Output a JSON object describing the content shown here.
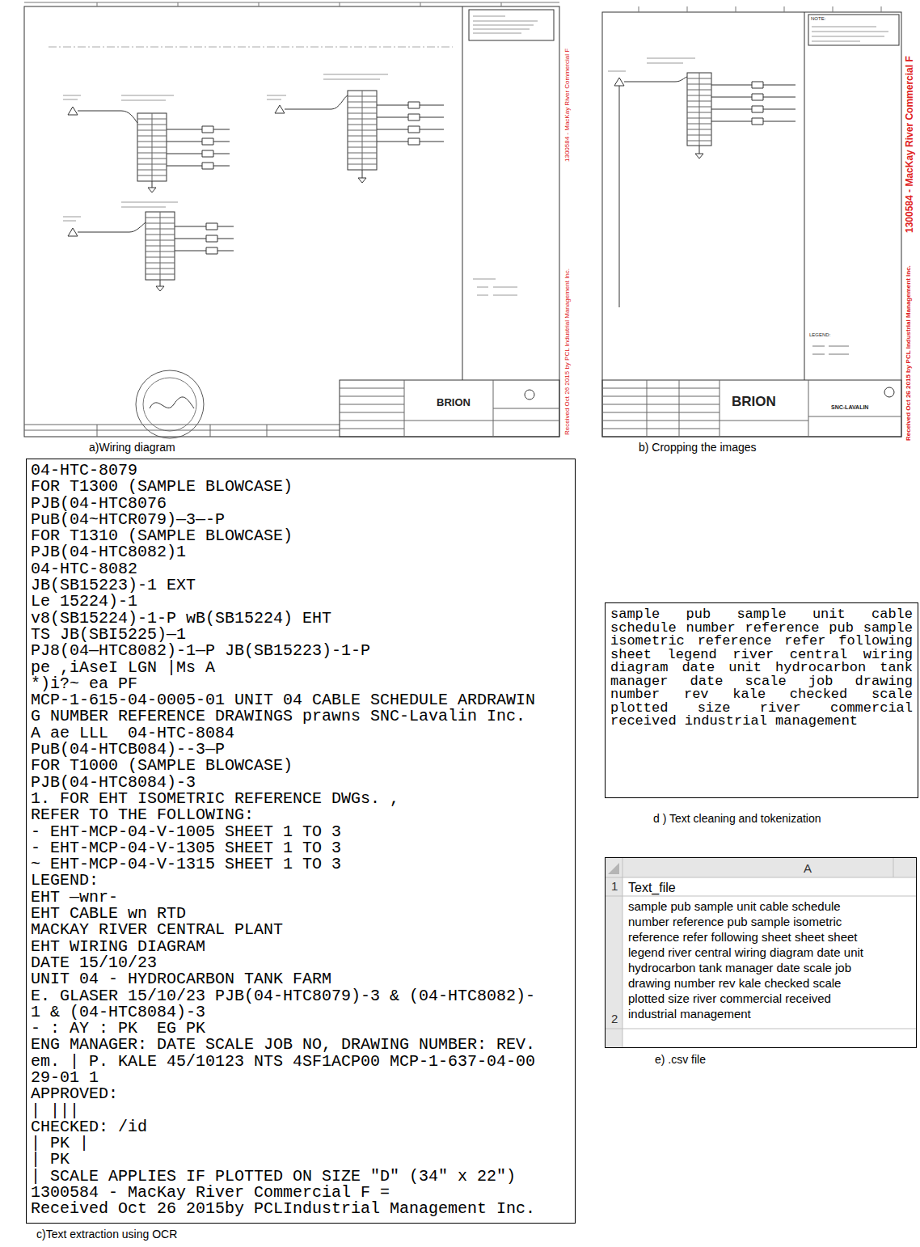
{
  "diagram": {
    "nodes": [
      {
        "text": [
          "04-HTC-8079",
          "FOR T1300 (SAMPLE BLOWCASE)",
          "PJB(04-HTC8076",
          "PuB(04~HTCR079)—3—-P",
          "FOR T1310 (SAMPLE BLOWCASE)",
          "PJB(04-HTC8082)1",
          "04-HTC-8082",
          "JB(SB15223)-1 EXT",
          "Le 15224)-1",
          "v8(SB15224)-1-P wB(SB15224) EHT",
          "TS JB(SBI5225)—1",
          "PJ8(04—HTC8082)-1—P JB(SB15223)-1-P",
          "pe ,iAseI LGN |Ms A",
          "*)i?~ ea PF",
          "MCP-1-615-04-0005-01 UNIT 04 CABLE SCHEDULE ARDRAWIN",
          "G NUMBER REFERENCE DRAWINGS prawns SNC-Lavalin Inc.",
          "A ae LLL  04-HTC-8084",
          "PuB(04-HTCB084)--3—P",
          "FOR T1000 (SAMPLE BLOWCASE)",
          "PJB(04-HTC8084)-3",
          "1. FOR EHT ISOMETRIC REFERENCE DWGs. ,",
          "REFER TO THE FOLLOWING:",
          "- EHT-MCP-04-V-1005 SHEET 1 TO 3",
          "- EHT-MCP-04-V-1305 SHEET 1 TO 3",
          "~ EHT-MCP-04-V-1315 SHEET 1 TO 3",
          "LEGEND:",
          "EHT —wnr-",
          "EHT CABLE wn RTD",
          "MACKAY RIVER CENTRAL PLANT",
          "EHT WIRING DIAGRAM",
          "DATE 15/10/23",
          "UNIT 04 - HYDROCARBON TANK FARM",
          "E. GLASER 15/10/23 PJB(04-HTC8079)-3 & (04-HTC8082)-",
          "1 & (04-HTC8084)-3",
          "- : AY : PK  EG PK",
          "ENG MANAGER: DATE SCALE JOB NO, DRAWING NUMBER: REV.",
          "em. | P. KALE 45/10123 NTS 4SF1ACP00 MCP-1-637-04-00",
          "29-01 1",
          "APPROVED:",
          "| |||",
          "CHECKED: /id",
          "| PK |",
          "| PK",
          "| SCALE APPLIES IF PLOTTED ON SIZE \"D\" (34\" x 22\")",
          "1300584 - MacKay River Commercial F =",
          "Received Oct 26 2015by PCLIndustrial Management Inc."
        ]
      },
      {
        "text": [
          "sample pub sample unit cable schedule number reference pub sample isometric reference refer following sheet legend river central wiring diagram date unit hydrocarbon tank manager date scale job drawing number rev kale checked scale plotted size river commercial received industrial management"
        ]
      },
      {
        "text": [
          "A",
          "1",
          "2"
        ]
      },
      {
        "text": [
          "Text_file"
        ],
        "in": 2
      },
      {
        "text": [
          "sample pub sample unit cable schedule number reference pub sample isometric reference refer following sheet sheet sheet legend river central wiring diagram date unit hydrocarbon tank manager date scale job drawing number rev kale checked scale plotted size river commercial received industrial management"
        ],
        "in": 2
      }
    ],
    "labels": [
      "a)Wiring diagram",
      "b) Cropping the images",
      "c)Text extraction using OCR",
      "d ) Text cleaning and tokenization",
      "e) .csv file",
      "BRION",
      "1300584 - MacKay River Commercial F",
      "Received Oct 26 2015 by PCL Industrial Management Inc.",
      "BRION",
      "SNC-LAVALIN",
      "1300584 - MacKay River Commercial F",
      "Received Oct 26 2015 by PCL Industrial Management Inc.",
      "LEGEND:",
      "NOTE:"
    ]
  }
}
